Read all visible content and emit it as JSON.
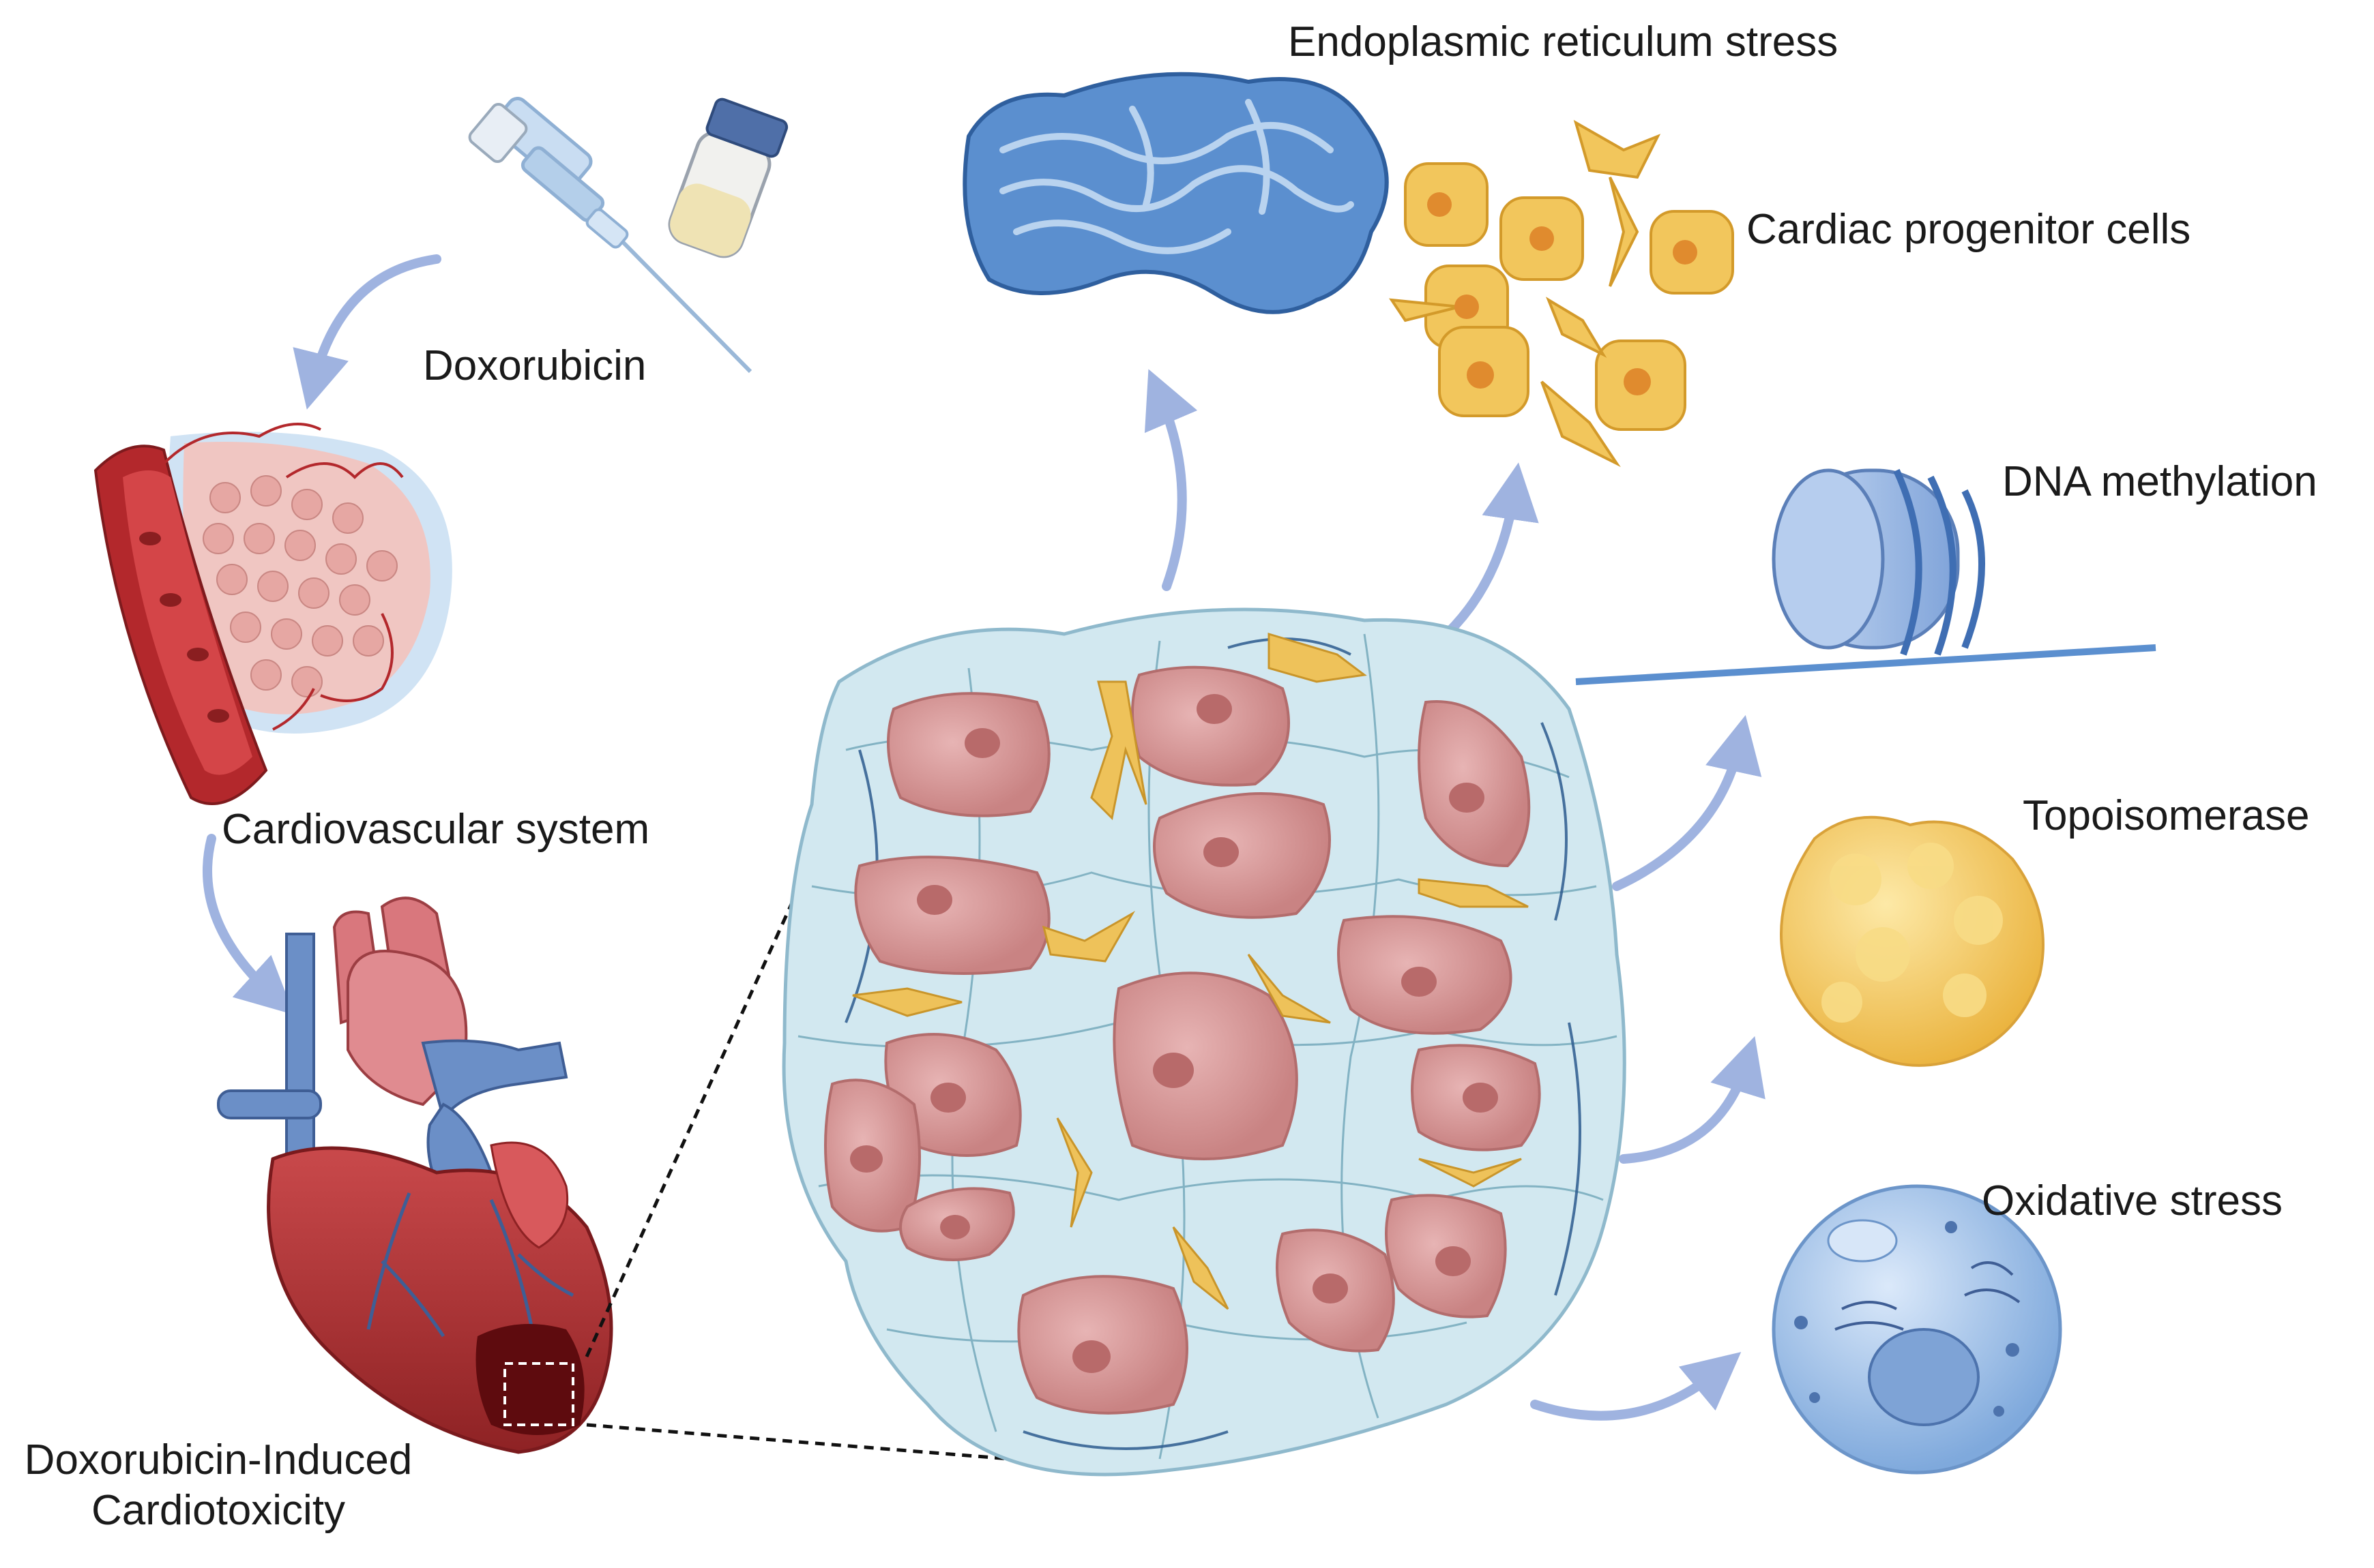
{
  "labels": {
    "doxorubicin": "Doxorubicin",
    "cardiovascular_system": "Cardiovascular system",
    "dic_line1": "Doxorubicin-Induced",
    "dic_line2": "Cardiotoxicity",
    "er_stress": "Endoplasmic reticulum stress",
    "cardiac_progenitor": "Cardiac progenitor cells",
    "dna_methylation": "DNA methylation",
    "topoisomerase": "Topoisomerase",
    "oxidative_stress": "Oxidative stress"
  },
  "colors": {
    "arrow": "#9fb3e0",
    "tissue_fill": "#cfe6ef",
    "cardiomyocyte": "#d89a9a",
    "fibroblast": "#eec25a",
    "er": "#5b8fcf",
    "progenitor": "#f2c65c",
    "nucleosome": "#8fb3e3",
    "topoisomerase": "#f6cf5a",
    "oxidative_cell": "#a7c9ee",
    "heart": "#c0393b",
    "vessel_blue": "#6b8fc7"
  }
}
